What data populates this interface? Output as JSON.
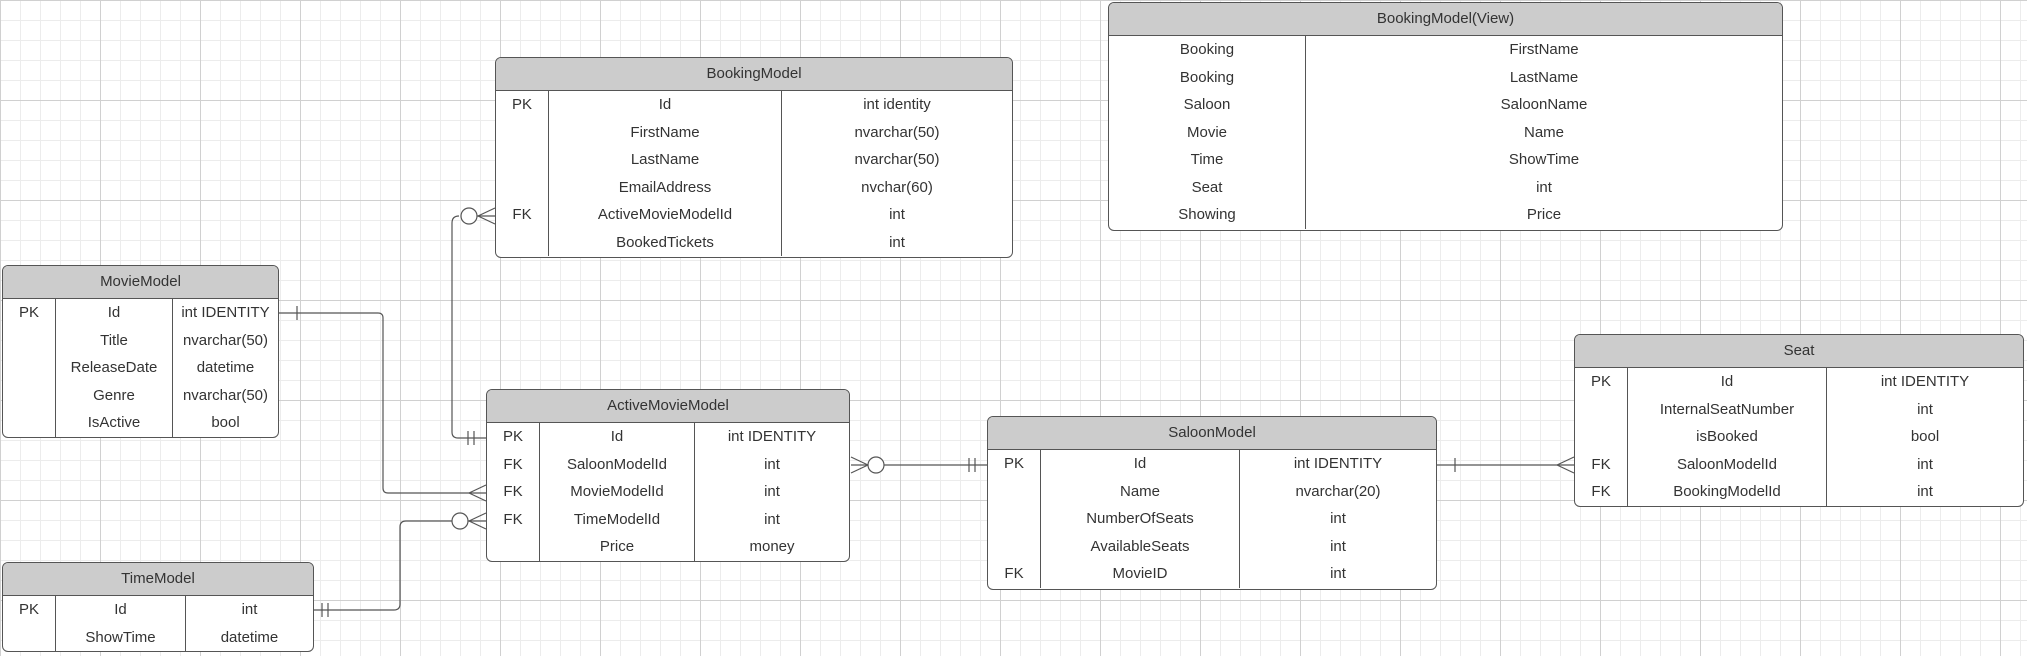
{
  "entities": {
    "booking_model_view": {
      "title": "BookingModel(View)",
      "rows": [
        [
          "Booking",
          "FirstName"
        ],
        [
          "Booking",
          "LastName"
        ],
        [
          "Saloon",
          "SaloonName"
        ],
        [
          "Movie",
          "Name"
        ],
        [
          "Time",
          "ShowTime"
        ],
        [
          "Seat",
          "int"
        ],
        [
          "Showing",
          "Price"
        ]
      ]
    },
    "booking_model": {
      "title": "BookingModel",
      "rows": [
        [
          "PK",
          "Id",
          "int identity"
        ],
        [
          "",
          "FirstName",
          "nvarchar(50)"
        ],
        [
          "",
          "LastName",
          "nvarchar(50)"
        ],
        [
          "",
          "EmailAddress",
          "nvchar(60)"
        ],
        [
          "FK",
          "ActiveMovieModelId",
          "int"
        ],
        [
          "",
          "BookedTickets",
          "int"
        ]
      ]
    },
    "movie_model": {
      "title": "MovieModel",
      "rows": [
        [
          "PK",
          "Id",
          "int IDENTITY"
        ],
        [
          "",
          "Title",
          "nvarchar(50)"
        ],
        [
          "",
          "ReleaseDate",
          "datetime"
        ],
        [
          "",
          "Genre",
          "nvarchar(50)"
        ],
        [
          "",
          "IsActive",
          "bool"
        ]
      ]
    },
    "active_movie_model": {
      "title": "ActiveMovieModel",
      "rows": [
        [
          "PK",
          "Id",
          "int IDENTITY"
        ],
        [
          "FK",
          "SaloonModelId",
          "int"
        ],
        [
          "FK",
          "MovieModelId",
          "int"
        ],
        [
          "FK",
          "TimeModelId",
          "int"
        ],
        [
          "",
          "Price",
          "money"
        ]
      ]
    },
    "saloon_model": {
      "title": "SaloonModel",
      "rows": [
        [
          "PK",
          "Id",
          "int IDENTITY"
        ],
        [
          "",
          "Name",
          "nvarchar(20)"
        ],
        [
          "",
          "NumberOfSeats",
          "int"
        ],
        [
          "",
          "AvailableSeats",
          "int"
        ],
        [
          "FK",
          "MovieID",
          "int"
        ]
      ]
    },
    "seat": {
      "title": "Seat",
      "rows": [
        [
          "PK",
          "Id",
          "int  IDENTITY"
        ],
        [
          "",
          "InternalSeatNumber",
          "int"
        ],
        [
          "",
          "isBooked",
          "bool"
        ],
        [
          "FK",
          "SaloonModelId",
          "int"
        ],
        [
          "FK",
          "BookingModelId",
          "int"
        ]
      ]
    },
    "time_model": {
      "title": "TimeModel",
      "rows": [
        [
          "PK",
          "Id",
          "int"
        ],
        [
          "",
          "ShowTime",
          "datetime"
        ]
      ]
    }
  },
  "relationships": [
    {
      "from": "movie_model",
      "from_end": "one",
      "to": "active_movie_model",
      "to_end": "many"
    },
    {
      "from": "booking_model",
      "from_end": "zero-or-many",
      "to": "active_movie_model",
      "to_end": "one-and-only-one"
    },
    {
      "from": "active_movie_model",
      "from_end": "zero-or-many",
      "to": "saloon_model",
      "to_end": "one-and-only-one"
    },
    {
      "from": "saloon_model",
      "from_end": "one",
      "to": "seat",
      "to_end": "many"
    },
    {
      "from": "time_model",
      "from_end": "one-and-only-one",
      "to": "active_movie_model",
      "to_end": "zero-or-many"
    }
  ],
  "colors": {
    "header_fill": "#cccccc",
    "border": "#555555",
    "line": "#555555",
    "text": "#333333",
    "grid_major": "#d0d0d0",
    "grid_minor": "#ececec"
  }
}
